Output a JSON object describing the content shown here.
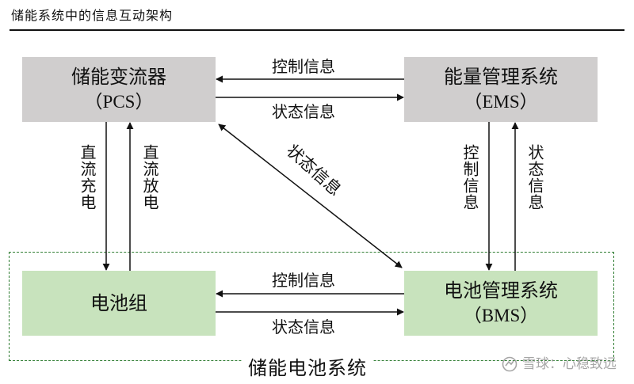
{
  "title": "储能系统中的信息互动架构",
  "boxes": {
    "pcs": {
      "name": "储能变流器",
      "sub": "（PCS）"
    },
    "ems": {
      "name": "能量管理系统",
      "sub": "（EMS）"
    },
    "battery": {
      "name": "电池组"
    },
    "bms": {
      "name": "电池管理系统",
      "sub": "（BMS）"
    }
  },
  "labels": {
    "pcs_ems_top": "控制信息",
    "pcs_ems_bottom": "状态信息",
    "battery_bms_top": "控制信息",
    "battery_bms_bottom": "状态信息",
    "pcs_to_battery": "直流充电",
    "battery_to_pcs": "直流放电",
    "ems_to_bms": "控制信息",
    "bms_to_ems": "状态信息",
    "diagonal": "状态信息"
  },
  "group_label": "储能电池系统",
  "watermark": "雪球：心稳致远",
  "colors": {
    "gray_box": "#d0cece",
    "green_box": "#c8e3bd",
    "dash": "#2f7d32",
    "arrow": "#111111"
  }
}
